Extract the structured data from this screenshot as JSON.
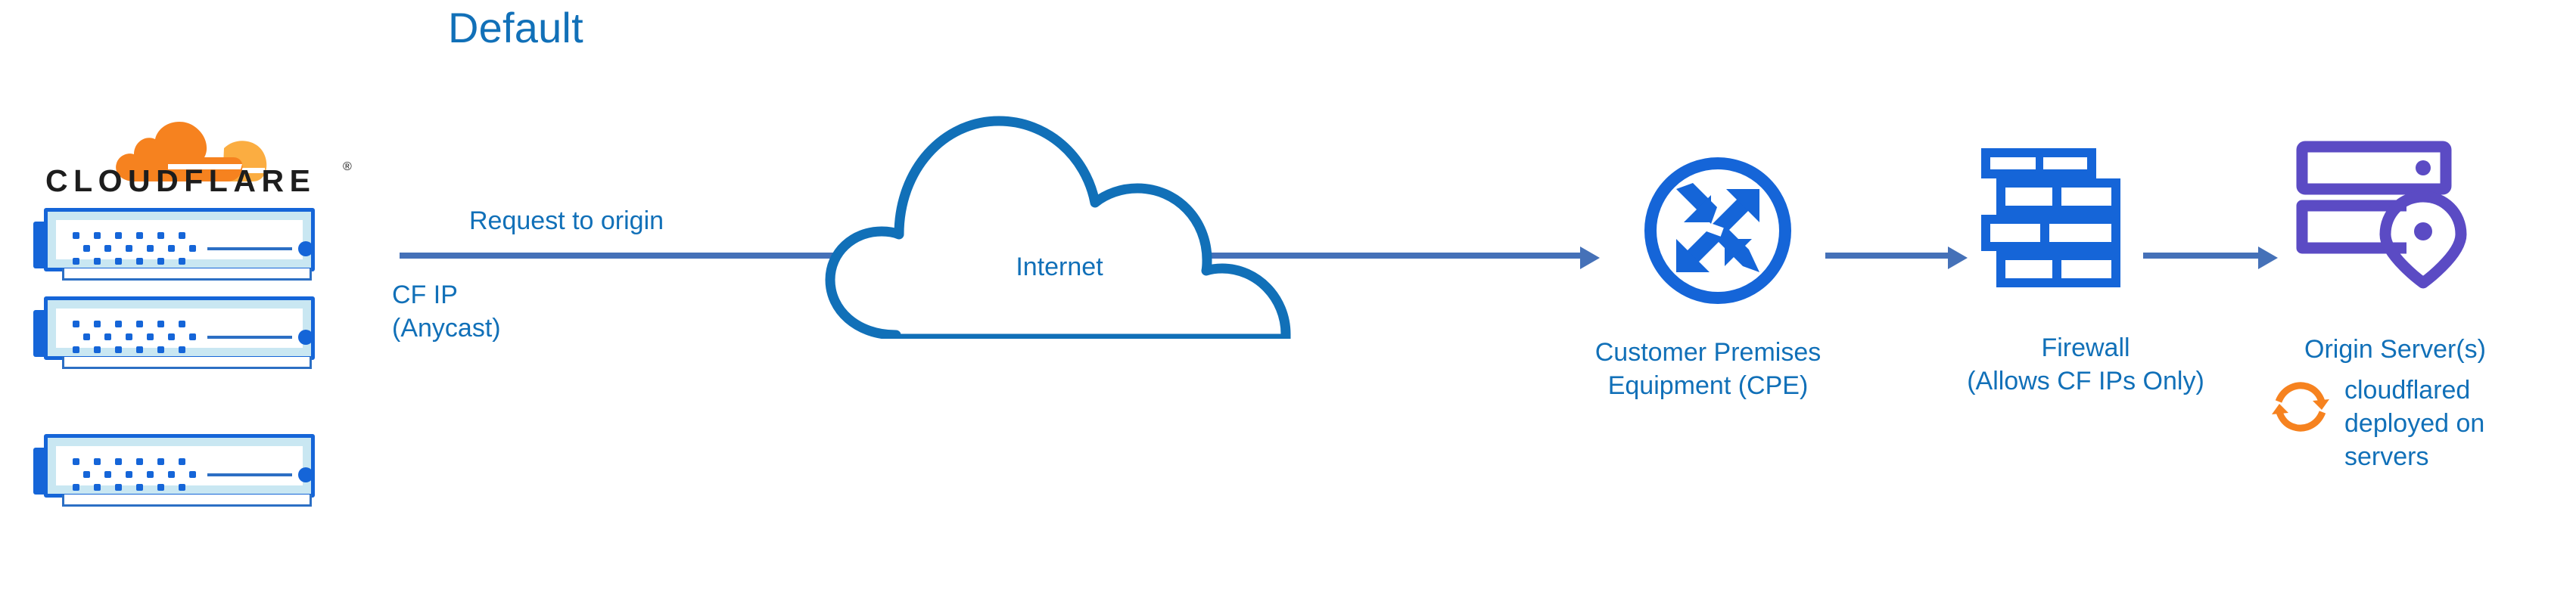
{
  "diagram": {
    "title": "Default",
    "type": "network-architecture-flow"
  },
  "colors": {
    "title_blue": "#1170B8",
    "label_blue": "#1170B8",
    "icon_blue": "#1565D8",
    "cloud_blue": "#1170B8",
    "arrow_blue": "#4571B8",
    "origin_purple": "#5B4BC4",
    "cloudflare_orange": "#F6821F",
    "cloudflare_orange_light": "#FBAD41",
    "rack_fill": "#C9E7F2",
    "wordmark_black": "#1d1d1d",
    "background": "#ffffff"
  },
  "cloudflare_edge": {
    "logo_icon": "cloudflare-cloud-logo",
    "wordmark": "CLOUDFLARE",
    "registered_mark": "®",
    "rack_count": 3,
    "rack_icon": "server-rack-icon"
  },
  "flow": {
    "primary_label": "Request to origin",
    "source_label_line1": "CF IP",
    "source_label_line2": "(Anycast)",
    "arrows": [
      {
        "name": "edge-to-cpe",
        "from": "cloudflare-edge",
        "to": "customer-premises-equipment"
      },
      {
        "name": "cpe-to-firewall",
        "from": "customer-premises-equipment",
        "to": "firewall"
      },
      {
        "name": "firewall-to-origin",
        "from": "firewall",
        "to": "origin-server"
      }
    ]
  },
  "nodes": {
    "internet": {
      "label": "Internet",
      "icon": "cloud-outline-icon"
    },
    "cpe": {
      "label_line1": "Customer Premises",
      "label_line2": "Equipment (CPE)",
      "icon": "router-four-arrows-icon"
    },
    "firewall": {
      "label_line1": "Firewall",
      "label_line2": "(Allows CF IPs Only)",
      "icon": "brick-wall-icon"
    },
    "origin": {
      "label": "Origin Server(s)",
      "icon": "server-stack-location-pin-icon"
    }
  },
  "annotations": {
    "cloudflared": {
      "icon": "circular-sync-arrows-icon",
      "text": "cloudflared deployed on servers"
    }
  }
}
